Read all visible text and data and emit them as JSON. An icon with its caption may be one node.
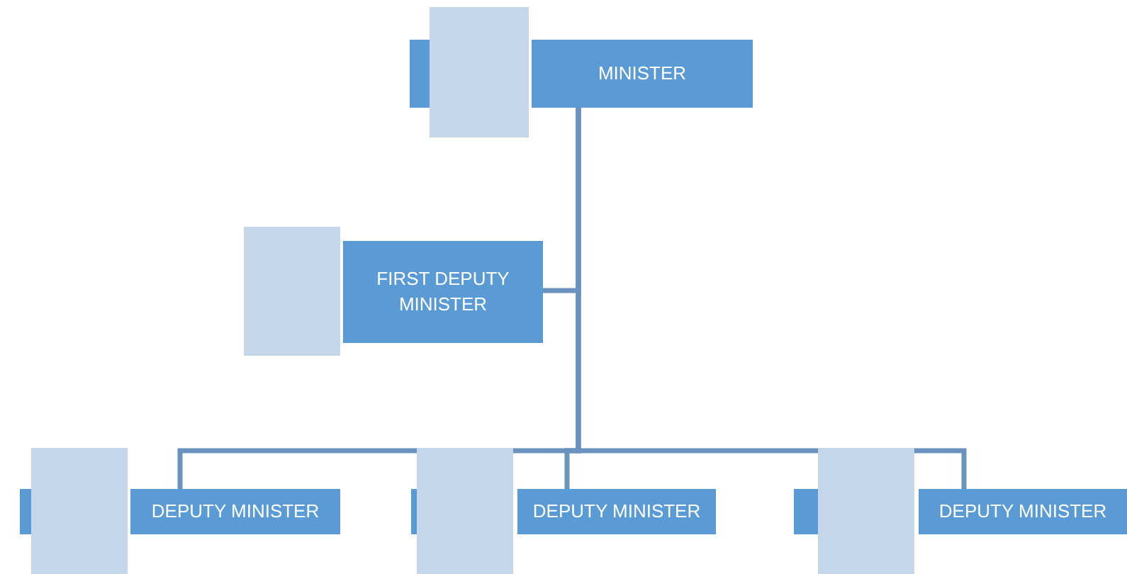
{
  "diagram": {
    "nodes": [
      {
        "text": [],
        "shape": "box"
      },
      {
        "text": [
          "MINISTER"
        ]
      },
      {
        "text": [],
        "shape": "box"
      },
      {
        "text": [
          "FIRST DEPUTY MINISTER"
        ]
      },
      {
        "text": [],
        "shape": "box"
      },
      {
        "text": [
          "DEPUTY MINISTER"
        ]
      },
      {
        "text": [],
        "shape": "box"
      },
      {
        "text": [
          "DEPUTY MINISTER"
        ]
      },
      {
        "text": [],
        "shape": "box"
      },
      {
        "text": [
          "DEPUTY MINISTER"
        ]
      }
    ],
    "edges": [
      {
        "from": 1,
        "to": 3,
        "arrow": "none"
      },
      {
        "from": 1,
        "to": 5,
        "arrow": "none"
      },
      {
        "from": 1,
        "to": 7,
        "arrow": "none"
      },
      {
        "from": 1,
        "to": 9,
        "arrow": "none"
      }
    ]
  }
}
